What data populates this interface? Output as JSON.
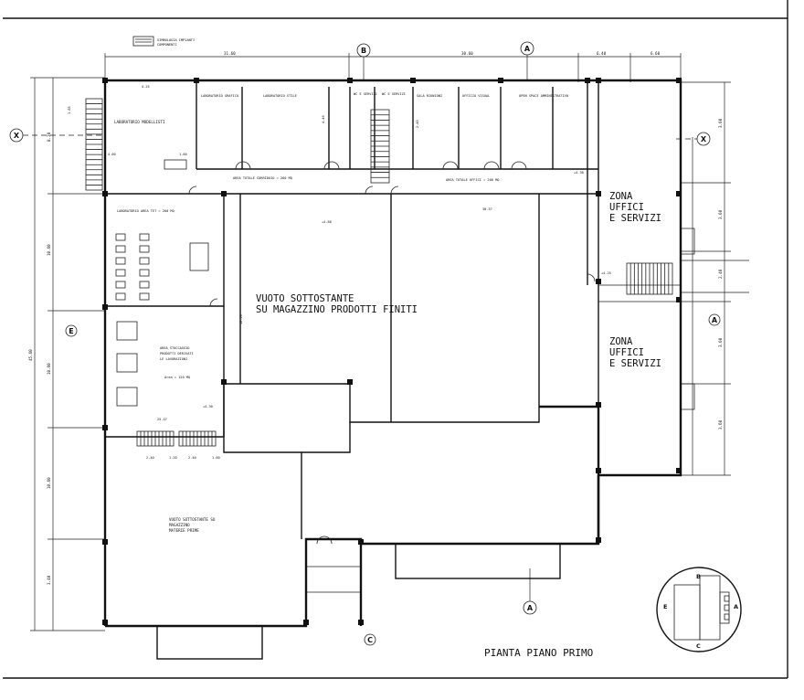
{
  "header_note": {
    "line1": "SIMBOLOGIA IMPIANTI",
    "line2": "COMPONENTI"
  },
  "grid_axes": {
    "B": "B",
    "A": "A",
    "X": "X",
    "E": "E",
    "C": "C"
  },
  "rooms": {
    "lab_modelli": "LABORATORIO MODELLISTI",
    "lab_grafico": "LABORATORIO GRAFICO",
    "lab_stile": "LABORATORIO STILE",
    "wc_1": "WC E SERVIZI",
    "wc_2": "WC E SERVIZI",
    "sala_riunioni": "SALA RIUNIONI",
    "uffici_visual": "UFFICIO VISUAL",
    "open_space": "OPEN SPACE AMMINISTRATIVO",
    "corridor_left": "AREA TOTALE CORRIDOIO = 260 MQ",
    "corridor_right": "AREA TOTALE UFFICI = 260 MQ",
    "lab_tet": "LABORATORIO AREA TET = 200 MQ",
    "area_stoccaggio_1": "AREA STOCCAGGIO",
    "area_stoccaggio_2": "PRODOTTI DERIVATI",
    "area_stoccaggio_3": "LE LAVORAZIONI",
    "area_stoccaggio_mq": "Area = 120 MQ",
    "vuoto_finiti_1": "VUOTO SOTTOSTANTE",
    "vuoto_finiti_2": "SU MAGAZZINO PRODOTTI FINITI",
    "zona_uffici_top_1": "ZONA",
    "zona_uffici_top_2": "UFFICI",
    "zona_uffici_top_3": "E SERVIZI",
    "zona_uffici_bot_1": "ZONA",
    "zona_uffici_bot_2": "UFFICI",
    "zona_uffici_bot_3": "E SERVIZI",
    "vuoto_materie_1": "VUOTO SOTTOSTANTE SU",
    "vuoto_materie_2": "MAGAZZINO",
    "vuoto_materie_3": "MATERIE PRIME"
  },
  "dimensions": {
    "top_left": "31.60",
    "top_mid": "30.60",
    "top_r1": "6.40",
    "top_r2": "6.60",
    "left_total": "45.60",
    "left_a": "8.10",
    "left_b": "10.60",
    "left_c": "10.60",
    "left_d": "10.60",
    "left_e": "3.40",
    "right_a": "3.60",
    "right_b": "3.60",
    "right_c": "2.40",
    "right_d": "3.60",
    "inner_a": "4.25",
    "inner_b": "4.60",
    "inner_c": "1.60",
    "inner_d": "4.40",
    "inner_e": "2.40",
    "inner_f": "1.85",
    "level_1": "+4.60",
    "level_2": "+4.30",
    "level_3": "+4.25",
    "level_4": "+4.30",
    "width_mid": "30.57",
    "lab_h": "18.20",
    "stair_w1": "2.40",
    "stair_w2": "1.20",
    "stair_w3": "2.40",
    "stair_w4": "1.60",
    "corridor_w": "25.47",
    "left_side": "30.40"
  },
  "key_plan": {
    "B": "B",
    "E": "E",
    "A": "A",
    "C": "C"
  },
  "title": "PIANTA PIANO PRIMO"
}
